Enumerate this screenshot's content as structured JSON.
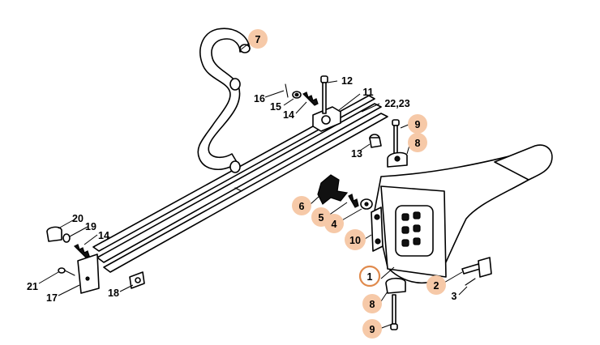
{
  "diagram": {
    "callouts": [
      {
        "id": "1",
        "text": "1",
        "style": "ring"
      },
      {
        "id": "2",
        "text": "2",
        "style": "badge"
      },
      {
        "id": "3",
        "text": "3",
        "style": "plain"
      },
      {
        "id": "4",
        "text": "4",
        "style": "badge"
      },
      {
        "id": "5",
        "text": "5",
        "style": "badge"
      },
      {
        "id": "6",
        "text": "6",
        "style": "badge"
      },
      {
        "id": "7",
        "text": "7",
        "style": "badge"
      },
      {
        "id": "8a",
        "text": "8",
        "style": "badge"
      },
      {
        "id": "8b",
        "text": "8",
        "style": "badge"
      },
      {
        "id": "9a",
        "text": "9",
        "style": "badge"
      },
      {
        "id": "9b",
        "text": "9",
        "style": "badge"
      },
      {
        "id": "10",
        "text": "10",
        "style": "badge"
      },
      {
        "id": "11",
        "text": "11",
        "style": "plain"
      },
      {
        "id": "12",
        "text": "12",
        "style": "plain"
      },
      {
        "id": "13",
        "text": "13",
        "style": "plain"
      },
      {
        "id": "14a",
        "text": "14",
        "style": "plain"
      },
      {
        "id": "14b",
        "text": "14",
        "style": "plain"
      },
      {
        "id": "15",
        "text": "15",
        "style": "plain"
      },
      {
        "id": "16",
        "text": "16",
        "style": "plain"
      },
      {
        "id": "17",
        "text": "17",
        "style": "plain"
      },
      {
        "id": "18",
        "text": "18",
        "style": "plain"
      },
      {
        "id": "19",
        "text": "19",
        "style": "plain"
      },
      {
        "id": "20",
        "text": "20",
        "style": "plain"
      },
      {
        "id": "21",
        "text": "21",
        "style": "plain"
      },
      {
        "id": "22_23",
        "text": "22,23",
        "style": "plain"
      }
    ],
    "colors": {
      "badge": "#f6c9a8",
      "ring": "#e08a4c",
      "line": "#000000"
    }
  }
}
